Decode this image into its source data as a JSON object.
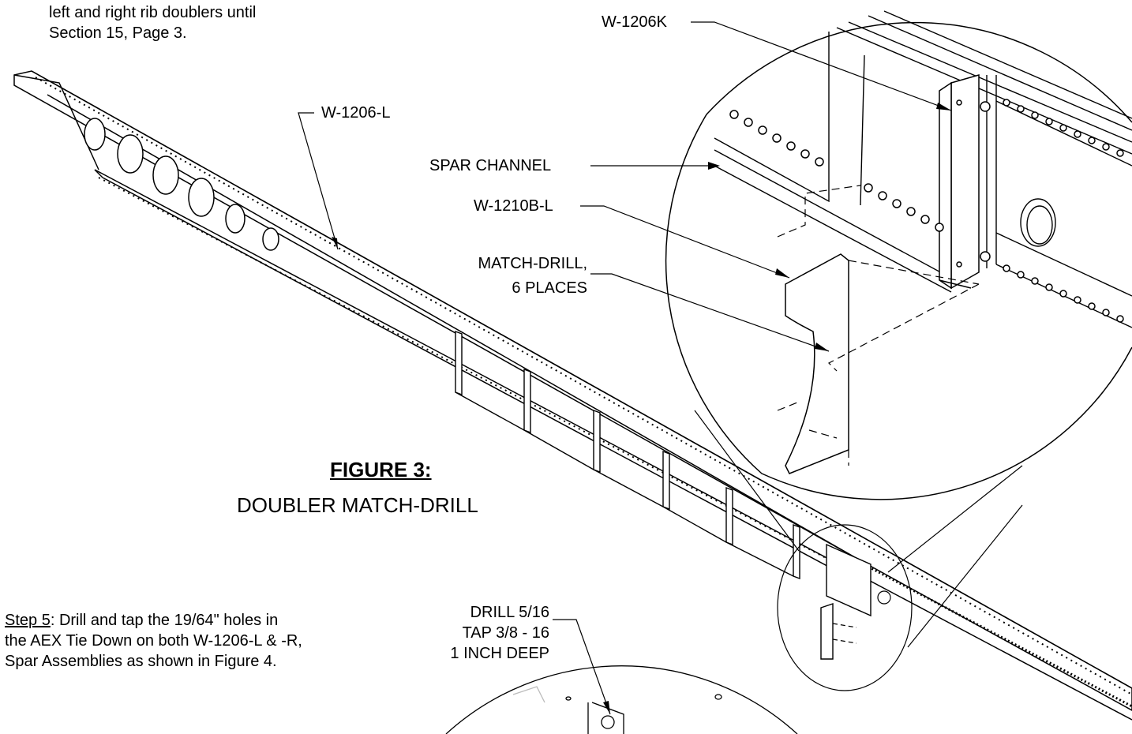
{
  "notes": {
    "top_line1": "left and right rib doublers until",
    "top_line2": "Section 15, Page 3.",
    "step5_label": "Step 5",
    "step5_line1": ":  Drill and tap the 19/64\" holes in",
    "step5_line2": "the AEX Tie Down on both W-1206-L & -R,",
    "step5_line3": "Spar Assemblies as shown in Figure 4."
  },
  "callouts": {
    "w1206k": "W-1206K",
    "w1206l": "W-1206-L",
    "spar_channel": "SPAR CHANNEL",
    "w1210bl": "W-1210B-L",
    "match_drill_1": "MATCH-DRILL,",
    "match_drill_2": "6 PLACES",
    "drill_1": "DRILL 5/16",
    "drill_2": "TAP 3/8 - 16",
    "drill_3": "1 INCH DEEP"
  },
  "figure": {
    "title": "FIGURE 3:",
    "subtitle": "DOUBLER MATCH-DRILL"
  }
}
